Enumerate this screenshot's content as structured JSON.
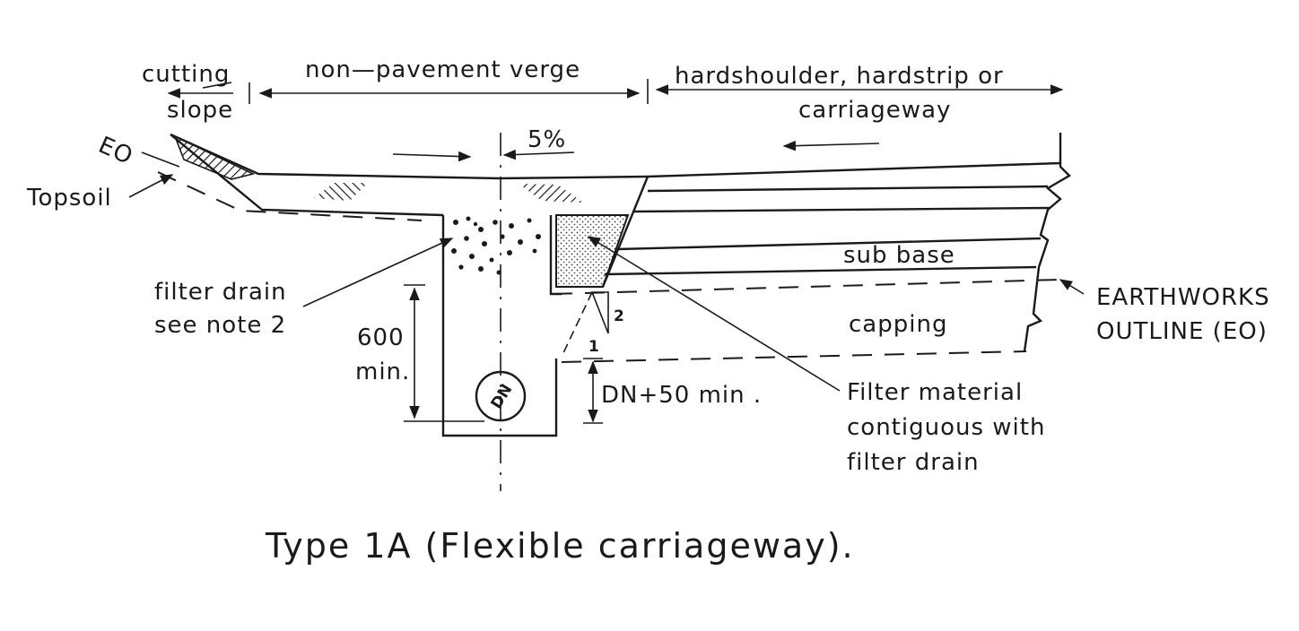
{
  "labels": {
    "cutting_slope": [
      "cutting",
      "slope"
    ],
    "verge": "non—pavement verge",
    "hardshoulder": [
      "hardshoulder, hardstrip or",
      "carriageway"
    ],
    "fall": "5%",
    "eo": "EO",
    "topsoil": "Topsoil",
    "sub_base": "sub base",
    "capping": "capping",
    "earthworks": [
      "EARTHWORKS",
      "OUTLINE (EO)"
    ],
    "filter_drain": [
      "filter drain",
      "see note 2"
    ],
    "depth_min": [
      "600",
      "min."
    ],
    "dn_clearance": "DN+50 min .",
    "pipe": "DN",
    "slope_rise": "2",
    "slope_run": "1",
    "filter_material": [
      "Filter material",
      "contiguous with",
      "filter drain"
    ]
  },
  "title": "Type 1A (Flexible carriageway).",
  "colors": {
    "ink": "#1a1a1a",
    "paper": "#ffffff"
  }
}
